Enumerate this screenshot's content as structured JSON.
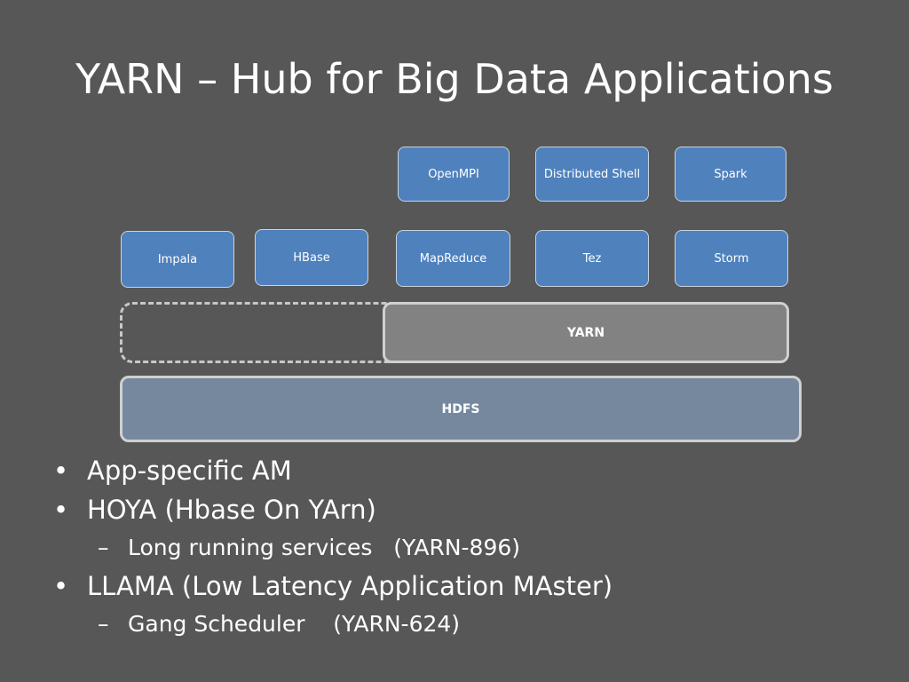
{
  "slide": {
    "title": "YARN – Hub for Big Data Applications"
  },
  "diagram": {
    "apps_row1": [
      "OpenMPI",
      "Distributed Shell",
      "Spark"
    ],
    "apps_row2": [
      "Impala",
      "HBase",
      "MapReduce",
      "Tez",
      "Storm"
    ],
    "yarn_label": "YARN",
    "hdfs_label": "HDFS"
  },
  "bullets": [
    {
      "level": 1,
      "mark": "•",
      "text": "App-specific AM"
    },
    {
      "level": 1,
      "mark": "•",
      "text": "HOYA (Hbase On YArn)"
    },
    {
      "level": 2,
      "mark": "–",
      "text": "Long running services   (YARN-896)"
    },
    {
      "level": 1,
      "mark": "•",
      "text": "LLAMA (Low Latency Application MAster)"
    },
    {
      "level": 2,
      "mark": "–",
      "text": "Gang Scheduler    (YARN-624)"
    }
  ]
}
